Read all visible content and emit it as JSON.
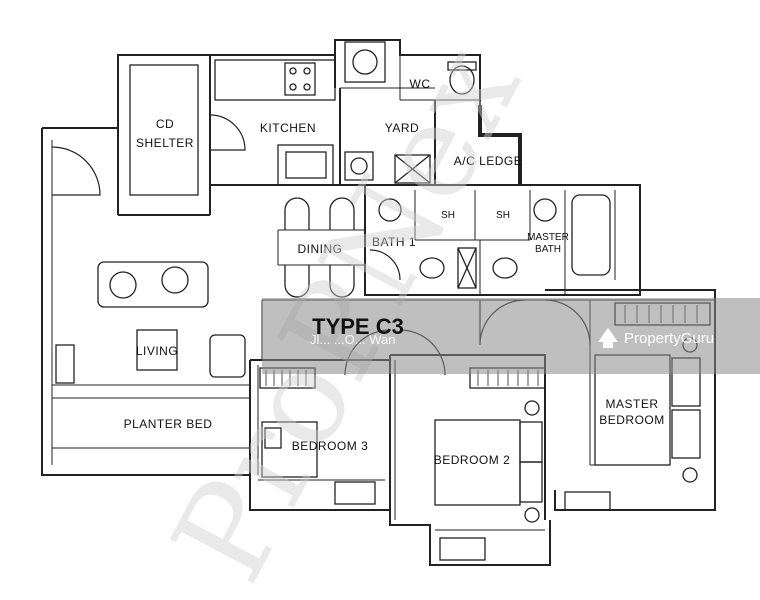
{
  "plan": {
    "type_label": "TYPE C3",
    "credit": "Jl... ...O... Wan"
  },
  "rooms": {
    "cd_shelter_1": "CD",
    "cd_shelter_2": "SHELTER",
    "kitchen": "KITCHEN",
    "yard": "YARD",
    "wc": "WC",
    "ac_ledge": "A/C LEDGE",
    "dining": "DINING",
    "bath1": "BATH 1",
    "sh1": "SH",
    "sh2": "SH",
    "master_bath_1": "MASTER",
    "master_bath_2": "BATH",
    "living": "LIVING",
    "planter": "PLANTER BED",
    "bedroom3": "BEDROOM 3",
    "bedroom2": "BEDROOM 2",
    "master_bed_1": "MASTER",
    "master_bed_2": "BEDROOM"
  },
  "watermark": {
    "brand": "PropertyGuru",
    "text": "ProPNex"
  },
  "colors": {
    "line": "#222222",
    "banner": "#8a8a8a",
    "watermark": "#cfcfcf"
  }
}
